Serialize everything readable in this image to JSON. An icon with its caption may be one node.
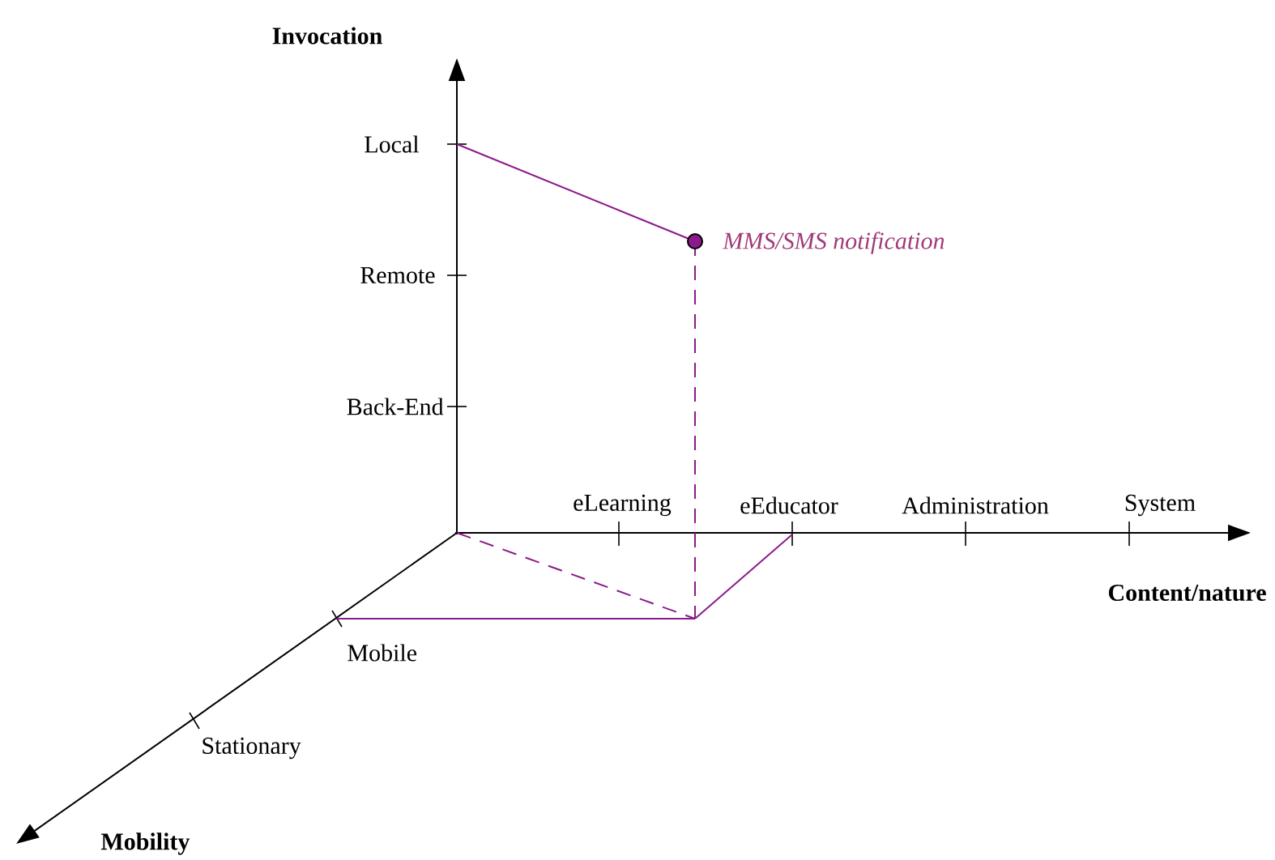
{
  "diagram": {
    "nodes": [
      {
        "text": [],
        "shape": "circle",
        "beside": [
          "MMS/SMS notification"
        ]
      }
    ],
    "labels": [
      "Invocation",
      "Local",
      "Remote",
      "Back-End",
      "eLearning",
      "eEducator",
      "Administration",
      "System",
      "Content/nature",
      "Mobile",
      "Stationary",
      "Mobility"
    ]
  }
}
